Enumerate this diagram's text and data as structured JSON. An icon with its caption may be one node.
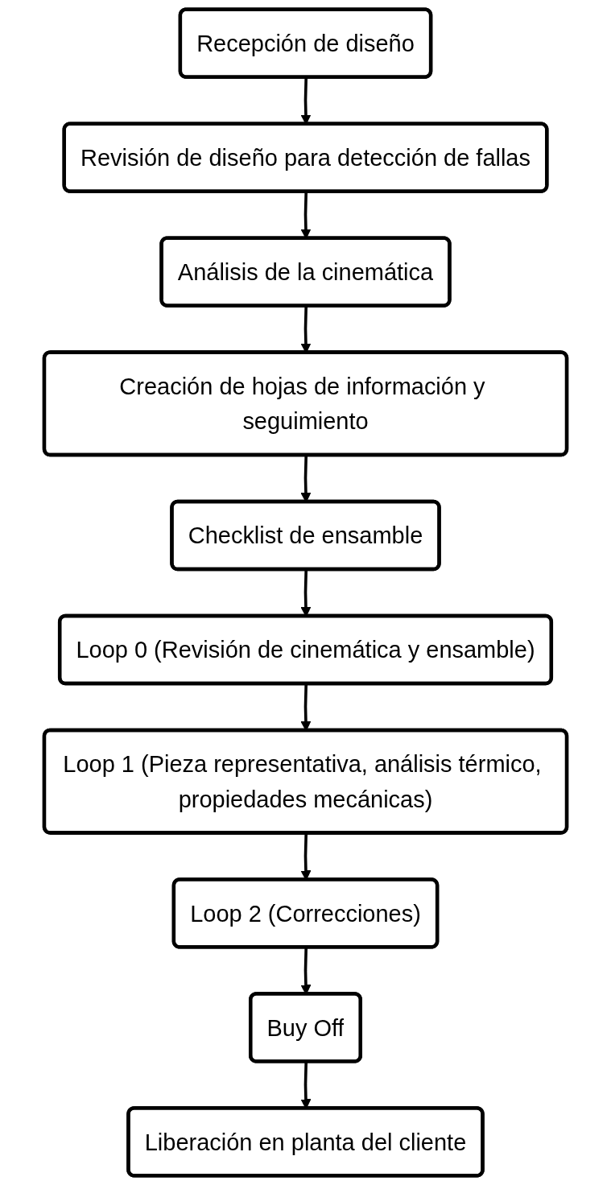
{
  "diagram": {
    "nodes": [
      {
        "text": [
          "Recepción de diseño"
        ]
      },
      {
        "text": [
          "Revisión de diseño para detección de fallas"
        ]
      },
      {
        "text": [
          "Análisis de la cinemática"
        ]
      },
      {
        "text": [
          "Creación de hojas de información y seguimiento"
        ]
      },
      {
        "text": [
          "Checklist de ensamble"
        ]
      },
      {
        "text": [
          "Loop 0 (Revisión de cinemática y ensamble)"
        ]
      },
      {
        "text": [
          "Loop 1 (Pieza representativa, análisis térmico, propiedades mecánicas)"
        ]
      },
      {
        "text": [
          "Loop 2 (Correcciones)"
        ]
      },
      {
        "text": [
          "Buy Off"
        ]
      },
      {
        "text": [
          "Liberación en planta del cliente"
        ]
      }
    ],
    "edges": [
      {
        "from": 0,
        "to": 1,
        "arrow": "to"
      },
      {
        "from": 1,
        "to": 2,
        "arrow": "to"
      },
      {
        "from": 2,
        "to": 3,
        "arrow": "to"
      },
      {
        "from": 3,
        "to": 4,
        "arrow": "to"
      },
      {
        "from": 4,
        "to": 5,
        "arrow": "to"
      },
      {
        "from": 5,
        "to": 6,
        "arrow": "to"
      },
      {
        "from": 6,
        "to": 7,
        "arrow": "to"
      },
      {
        "from": 7,
        "to": 8,
        "arrow": "to"
      },
      {
        "from": 8,
        "to": 9,
        "arrow": "to"
      }
    ]
  }
}
